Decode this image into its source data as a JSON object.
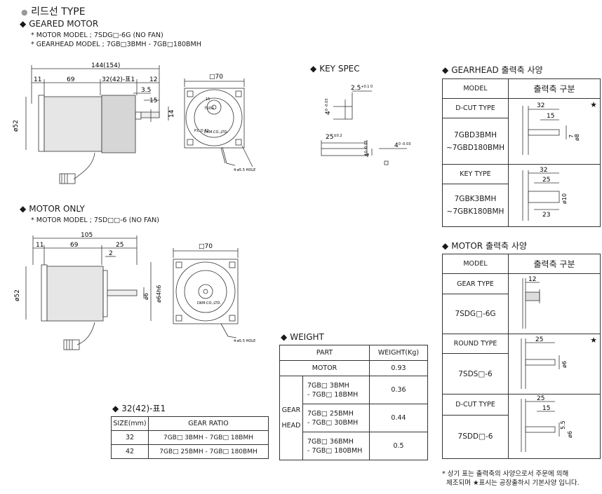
{
  "title": {
    "bullet": "●",
    "text": "리드선 TYPE"
  },
  "geared": {
    "heading": "GEARED MOTOR",
    "motor_model": "* MOTOR MODEL ; 7SDG□-6G (NO FAN)",
    "gearhead_model": "* GEARHEAD MODEL ; 7GB□3BMH - 7GB□180BMH",
    "dims": {
      "total": "144(154)",
      "d11": "11",
      "d69": "69",
      "d32": "32(42)-표1",
      "d12": "12",
      "d35": "3.5",
      "d15": "15",
      "dia52": "ø52",
      "d14": "14",
      "sq70": "□70",
      "hole": "4-ø5.5 HOLE",
      "pcd": "P.C.D 82",
      "r15": "15",
      "center": "7SDG",
      "maker": "DKM.CO.,LTD."
    }
  },
  "keyspec": {
    "heading": "KEY SPEC",
    "w25": "2.5",
    "w25tol": "+0.1 0",
    "h4": "4",
    "h4tol": "0 -0.03",
    "l25": "25",
    "l25tol": "±0.2",
    "k4": "4",
    "k4tol": "0 -0.03",
    "k4b": "4",
    "k4btol": "0 -0.03"
  },
  "gearhead_table": {
    "heading": "GEARHEAD 출력축 사양",
    "col_model": "MODEL",
    "col_spec": "출력축 구분",
    "dcut_label": "D-CUT TYPE",
    "dcut_models": [
      "7GBD3BMH",
      "~7GBD180BMH"
    ],
    "dcut_dims": {
      "a": "32",
      "b": "15",
      "c": "7",
      "d": "ø8"
    },
    "key_label": "KEY TYPE",
    "key_models": [
      "7GBK3BMH",
      "~7GBK180BMH"
    ],
    "key_dims": {
      "a": "32",
      "b": "25",
      "c": "23",
      "d": "ø10"
    },
    "star": "★"
  },
  "motoronly": {
    "heading": "MOTOR ONLY",
    "motor_model": "* MOTOR MODEL ; 7SD□□-6 (NO FAN)",
    "dims": {
      "d105": "105",
      "d11": "11",
      "d69": "69",
      "d25": "25",
      "d2": "2",
      "dia52": "ø52",
      "dia6": "ø6",
      "dia64": "ø64h6",
      "sq70": "□70",
      "hole": "4-ø5.5 HOLE",
      "maker": "DKM.CO.,LTD."
    }
  },
  "motor_table": {
    "heading": "MOTOR 출력축 사양",
    "col_model": "MODEL",
    "col_spec": "출력축 구분",
    "gear_label": "GEAR TYPE",
    "gear_model": "7SDG□-6G",
    "gear_dim": "12",
    "round_label": "ROUND TYPE",
    "round_model": "7SDS□-6",
    "round_dims": {
      "a": "25",
      "d": "ø6"
    },
    "dcut_label": "D-CUT TYPE",
    "dcut_model": "7SDD□-6",
    "dcut_dims": {
      "a": "25",
      "b": "15",
      "c": "5.5",
      "d": "ø6"
    },
    "star": "★"
  },
  "weight": {
    "heading": "WEIGHT",
    "col_part": "PART",
    "col_weight": "WEIGHT(Kg)",
    "motor_label": "MOTOR",
    "motor_weight": "0.93",
    "gear_label": "GEAR",
    "head_label": "HEAD",
    "rows": [
      {
        "line1": "7GB□ 3BMH",
        "line2": "- 7GB□ 18BMH",
        "weight": "0.36"
      },
      {
        "line1": "7GB□ 25BMH",
        "line2": "- 7GB□ 30BMH",
        "weight": "0.44"
      },
      {
        "line1": "7GB□ 36BMH",
        "line2": "- 7GB□ 180BMH",
        "weight": "0.5"
      }
    ]
  },
  "ratio": {
    "heading": "32(42)-표1",
    "col_size": "SIZE(mm)",
    "col_ratio": "GEAR RATIO",
    "rows": [
      {
        "size": "32",
        "ratio": "7GB□ 3BMH - 7GB□ 18BMH"
      },
      {
        "size": "42",
        "ratio": "7GB□ 25BMH - 7GB□ 180BMH"
      }
    ]
  },
  "footnote": {
    "line1": "* 상기 표는 출력축의 사양으로서 주문에 의해",
    "line2": "제조되며 ★표시는 공장출하시 기본사양 입니다."
  }
}
